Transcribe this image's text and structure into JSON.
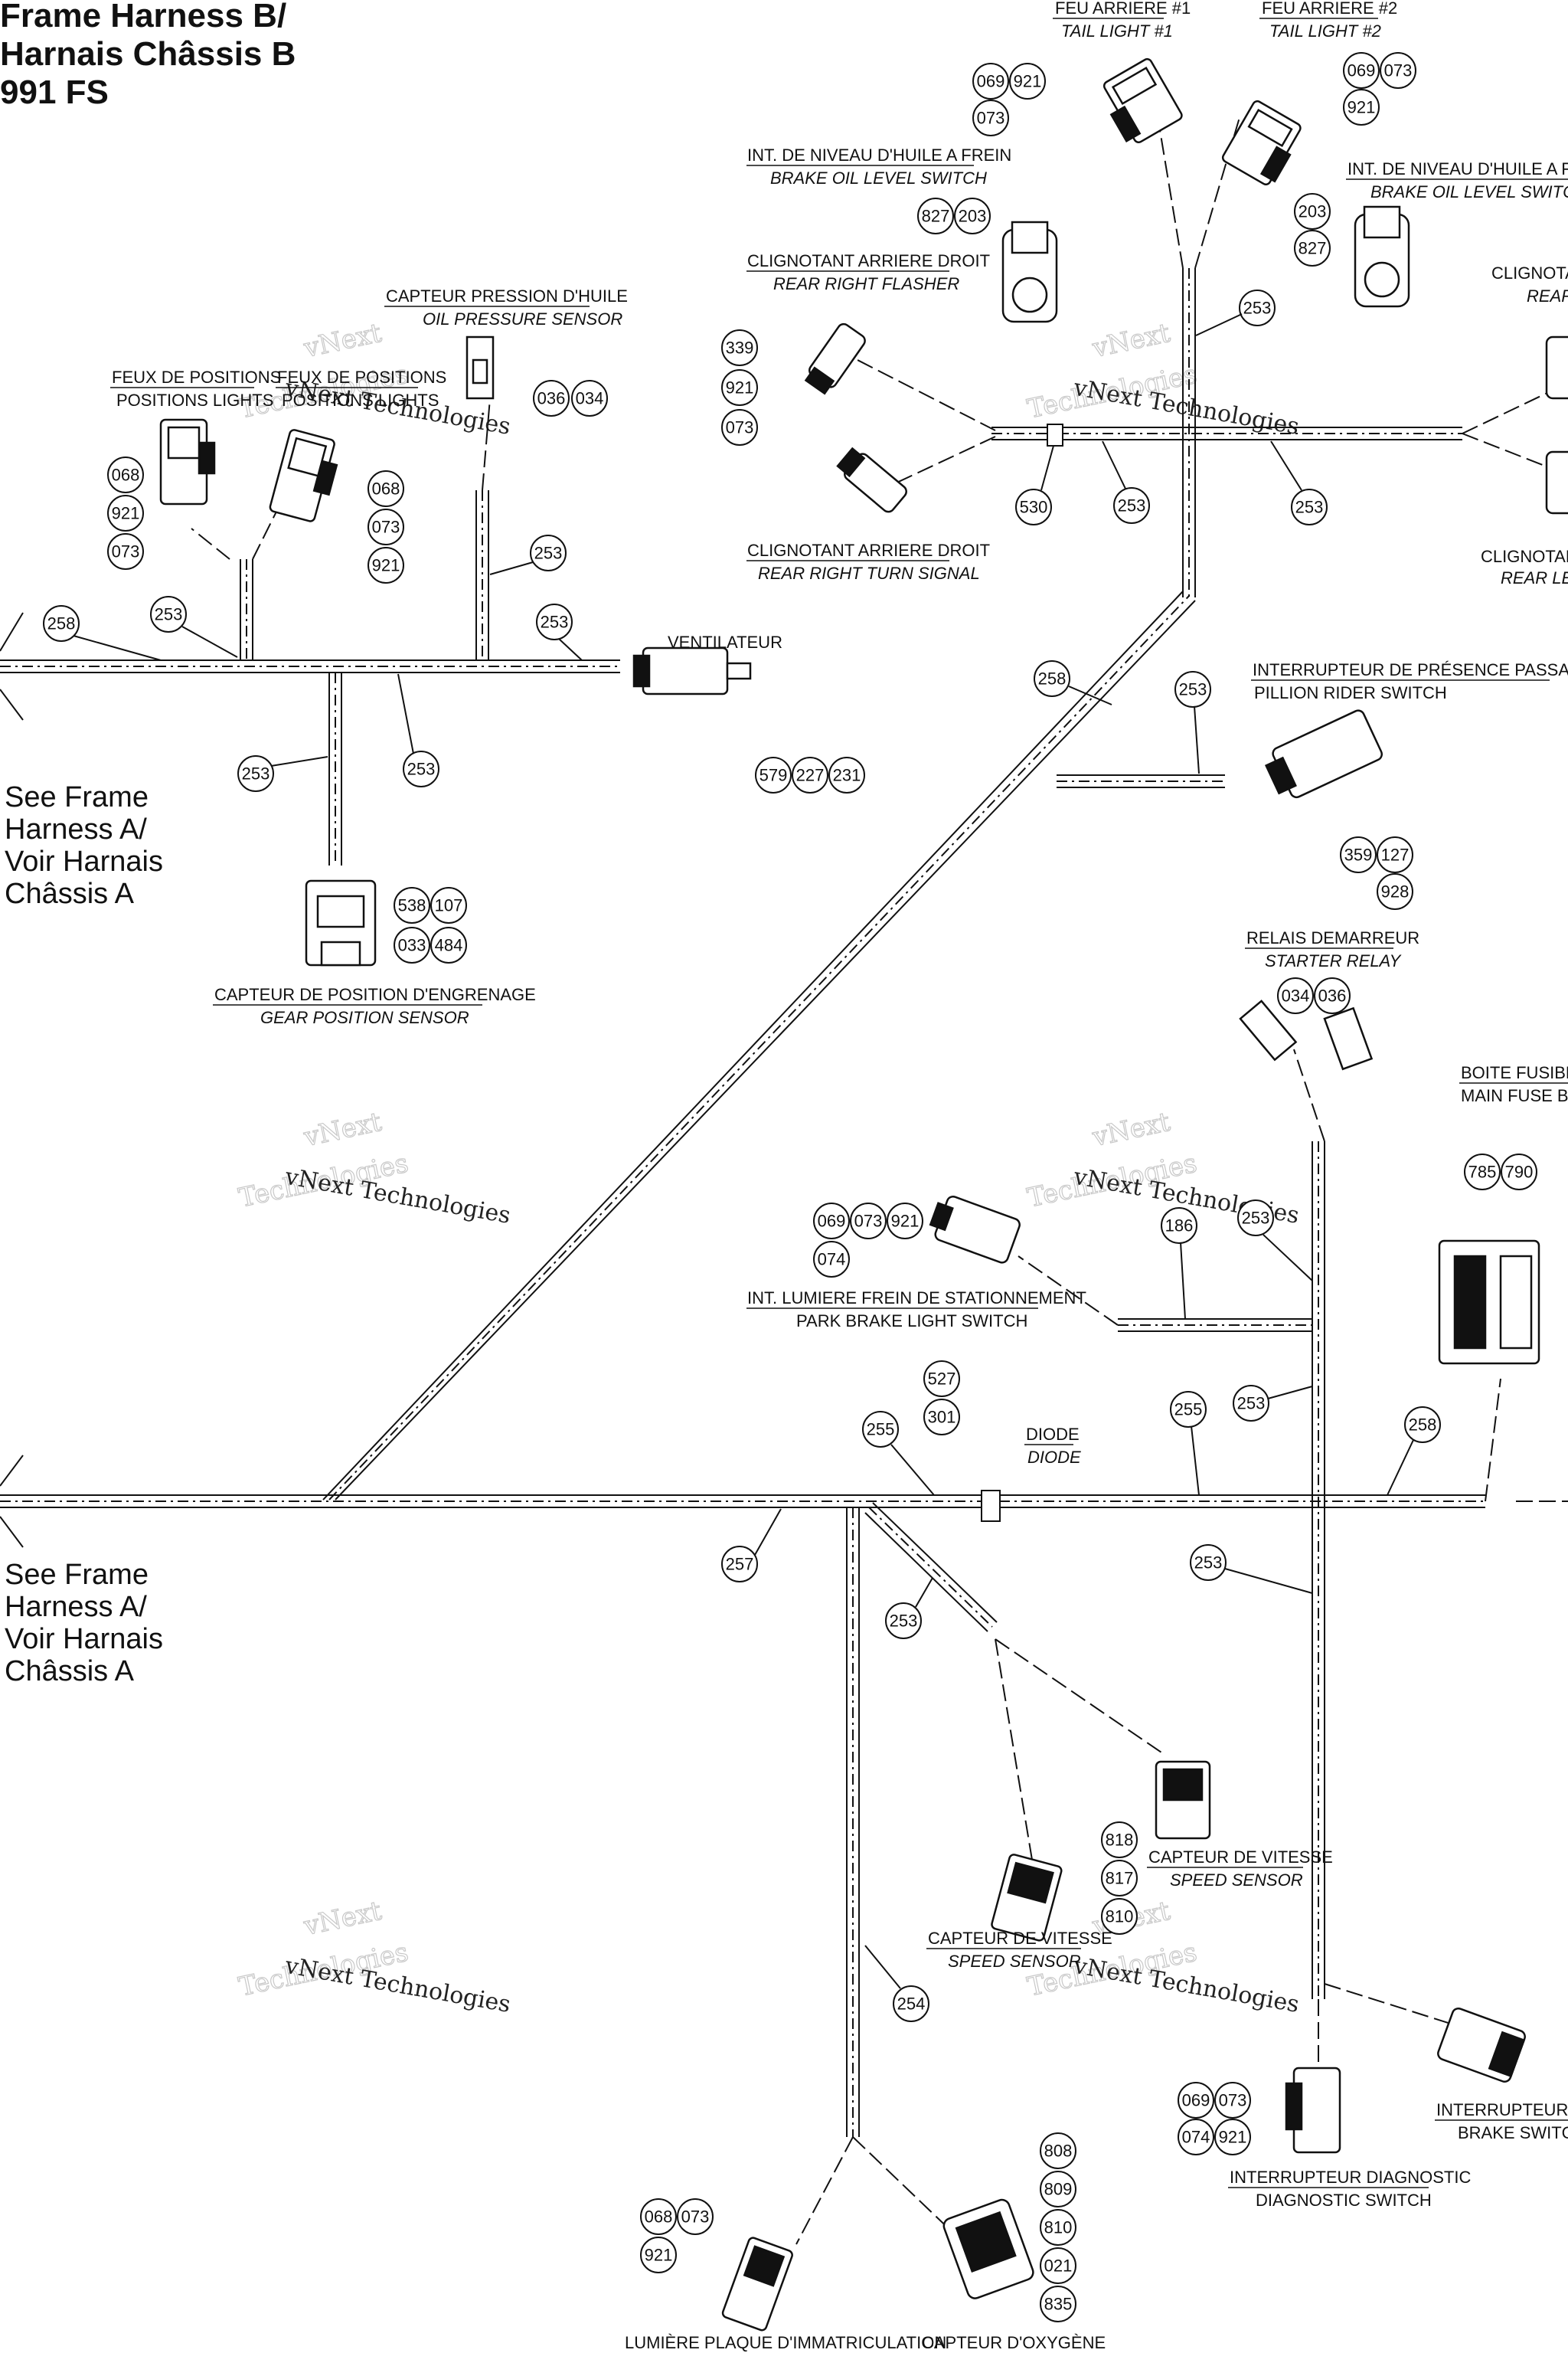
{
  "title": {
    "line1": "Frame Harness B/",
    "line2": "Harnais Châssis B",
    "line3": "991 FS"
  },
  "see_ref_1": {
    "line1": "See Frame",
    "line2": "Harness A/",
    "line3": "Voir Harnais",
    "line4": "Châssis A"
  },
  "see_ref_2": {
    "line1": "See Frame",
    "line2": "Harness A/",
    "line3": "Voir Harnais",
    "line4": "Châssis A"
  },
  "watermark": {
    "line1": "vNext",
    "line2": "Technologies",
    "inline": "vNext Technologies"
  },
  "components": {
    "tail_light_1": {
      "fr": "FEU ARRIERE #1",
      "en": "TAIL LIGHT #1",
      "codes": [
        "069",
        "921",
        "073"
      ]
    },
    "tail_light_2": {
      "fr": "FEU ARRIERE #2",
      "en": "TAIL LIGHT #2",
      "codes": [
        "069",
        "073",
        "921"
      ]
    },
    "brake_oil_level_left": {
      "fr": "INT. DE NIVEAU D'HUILE A FREIN",
      "en": "BRAKE OIL LEVEL SWITCH",
      "codes": [
        "827",
        "203"
      ]
    },
    "brake_oil_level_right": {
      "fr": "INT. DE NIVEAU D'HUILE A FREIN",
      "en": "BRAKE OIL LEVEL SWITCH",
      "codes": [
        "203",
        "827"
      ]
    },
    "rear_right_flasher": {
      "fr": "CLIGNOTANT ARRIERE DROIT",
      "en": "REAR RIGHT FLASHER",
      "codes": [
        "339",
        "921",
        "073"
      ]
    },
    "rear_right_turn": {
      "fr": "CLIGNOTANT ARRIERE DROIT",
      "en": "REAR RIGHT TURN SIGNAL"
    },
    "rear_left_flasher": {
      "fr": "CLIGNOTAN",
      "en": "REAR"
    },
    "rear_left_turn": {
      "fr": "CLIGNOTANT",
      "en": "REAR LEF"
    },
    "oil_pressure": {
      "fr": "CAPTEUR PRESSION D'HUILE",
      "en": "OIL PRESSURE SENSOR",
      "codes": [
        "036",
        "034"
      ]
    },
    "position_lights_1": {
      "fr": "FEUX DE POSITIONS",
      "en": "POSITIONS LIGHTS",
      "codes": [
        "068",
        "921",
        "073"
      ]
    },
    "position_lights_2": {
      "fr": "FEUX DE POSITIONS",
      "en": "POSITIONS LIGHTS",
      "codes": [
        "068",
        "073",
        "921"
      ]
    },
    "fan": {
      "fr": "VENTILATEUR",
      "codes": [
        "579",
        "227",
        "231"
      ]
    },
    "gear_position": {
      "fr": "CAPTEUR DE POSITION D'ENGRENAGE",
      "en": "GEAR POSITION SENSOR",
      "codes": [
        "538",
        "107",
        "033",
        "484"
      ]
    },
    "pillion_switch": {
      "fr": "INTERRUPTEUR DE PRÉSENCE PASSAGER",
      "en": "PILLION RIDER SWITCH",
      "codes": [
        "359",
        "127",
        "928"
      ]
    },
    "starter_relay": {
      "fr": "RELAIS DEMARREUR",
      "en": "STARTER RELAY",
      "codes": [
        "034",
        "036"
      ]
    },
    "main_fuse_box": {
      "fr": "BOITE FUSIBLE",
      "en": "MAIN FUSE BO",
      "codes": [
        "785",
        "790"
      ]
    },
    "park_brake": {
      "fr": "INT. LUMIERE FREIN DE STATIONNEMENT",
      "en": "PARK BRAKE LIGHT SWITCH",
      "codes": [
        "069",
        "073",
        "921",
        "074"
      ]
    },
    "diode": {
      "fr": "DIODE",
      "en": "DIODE",
      "codes": [
        "527",
        "301"
      ]
    },
    "speed_sensor_1": {
      "fr": "CAPTEUR DE VITESSE",
      "en": "SPEED SENSOR",
      "codes": [
        "818",
        "817",
        "810"
      ]
    },
    "speed_sensor_2": {
      "fr": "CAPTEUR DE VITESSE",
      "en": "SPEED SENSOR"
    },
    "rear_brake_switch": {
      "fr": "INTERRUPTEUR FR",
      "en": "BRAKE SWITCH"
    },
    "diagnostic_switch": {
      "fr": "INTERRUPTEUR DIAGNOSTIC",
      "en": "DIAGNOSTIC SWITCH",
      "codes": [
        "069",
        "073",
        "074",
        "921"
      ]
    },
    "license_plate": {
      "fr": "LUMIÈRE PLAQUE D'IMMATRICULATION",
      "codes": [
        "068",
        "073",
        "921"
      ]
    },
    "oxygen_sensor": {
      "fr": "CAPTEUR D'OXYGÈNE",
      "codes": [
        "808",
        "809",
        "810",
        "021",
        "835"
      ]
    }
  },
  "wire_codes": {
    "w258_left": "258",
    "w253_a": "253",
    "w253_b": "253",
    "w253_c": "253",
    "w253_d": "253",
    "w253_e": "253",
    "w253_f": "253",
    "w530": "530",
    "w253_g": "253",
    "w253_h": "253",
    "w253_i": "253",
    "w258_mid": "258",
    "w253_j": "253",
    "w186": "186",
    "w253_k": "253",
    "w255_a": "255",
    "w255_b": "255",
    "w253_l": "253",
    "w258_right": "258",
    "w257": "257",
    "w253_m": "253",
    "w253_n": "253",
    "w254": "254"
  }
}
